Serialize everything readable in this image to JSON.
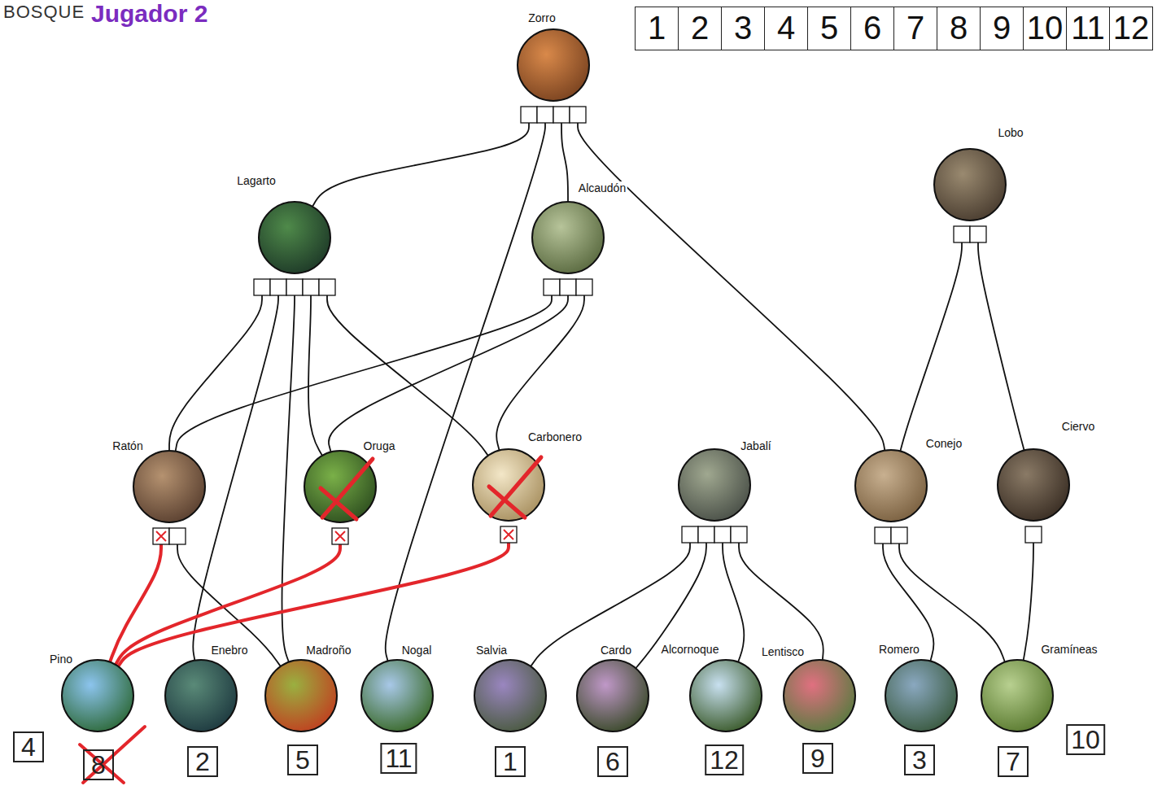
{
  "diagram": {
    "title": "BOSQUE",
    "nodes": [
      {
        "text": [
          "Zorro"
        ]
      },
      {
        "text": [
          "Lobo"
        ]
      },
      {
        "text": [
          "Lagarto"
        ]
      },
      {
        "text": [
          "Alcaudón"
        ]
      },
      {
        "text": [
          "Ratón"
        ]
      },
      {
        "text": [
          "Oruga"
        ]
      },
      {
        "text": [
          "Carbonero"
        ]
      },
      {
        "text": [
          "Jabalí"
        ]
      },
      {
        "text": [
          "Conejo"
        ]
      },
      {
        "text": [
          "Ciervo"
        ]
      },
      {
        "text": [
          "Pino"
        ]
      },
      {
        "text": [
          "Enebro"
        ]
      },
      {
        "text": [
          "Madroño"
        ]
      },
      {
        "text": [
          "Nogal"
        ]
      },
      {
        "text": [
          "Salvia"
        ]
      },
      {
        "text": [
          "Cardo"
        ]
      },
      {
        "text": [
          "Alcornoque"
        ]
      },
      {
        "text": [
          "Lentisco"
        ]
      },
      {
        "text": [
          "Romero"
        ]
      },
      {
        "text": [
          "Gramíneas"
        ]
      }
    ],
    "edges": [
      {
        "from": 0,
        "to": 2,
        "arrow": "none"
      },
      {
        "from": 0,
        "to": 13,
        "arrow": "none"
      },
      {
        "from": 0,
        "to": 3,
        "arrow": "none"
      },
      {
        "from": 0,
        "to": 8,
        "arrow": "none"
      },
      {
        "from": 2,
        "to": 4,
        "arrow": "none"
      },
      {
        "from": 2,
        "to": 11,
        "arrow": "none"
      },
      {
        "from": 2,
        "to": 12,
        "arrow": "none"
      },
      {
        "from": 2,
        "to": 5,
        "arrow": "none"
      },
      {
        "from": 2,
        "to": 6,
        "arrow": "none"
      },
      {
        "from": 3,
        "to": 4,
        "arrow": "none"
      },
      {
        "from": 3,
        "to": 5,
        "arrow": "none"
      },
      {
        "from": 3,
        "to": 6,
        "arrow": "none"
      },
      {
        "from": 1,
        "to": 8,
        "arrow": "none"
      },
      {
        "from": 1,
        "to": 9,
        "arrow": "none"
      },
      {
        "from": 4,
        "to": 10,
        "arrow": "none"
      },
      {
        "from": 4,
        "to": 12,
        "arrow": "none"
      },
      {
        "from": 5,
        "to": 10,
        "arrow": "none"
      },
      {
        "from": 6,
        "to": 10,
        "arrow": "none"
      },
      {
        "from": 7,
        "to": 14,
        "arrow": "none"
      },
      {
        "from": 7,
        "to": 15,
        "arrow": "none"
      },
      {
        "from": 7,
        "to": 16,
        "arrow": "none"
      },
      {
        "from": 7,
        "to": 17,
        "arrow": "none"
      },
      {
        "from": 8,
        "to": 18,
        "arrow": "none"
      },
      {
        "from": 8,
        "to": 19,
        "arrow": "none"
      },
      {
        "from": 9,
        "to": 19,
        "arrow": "none"
      }
    ],
    "labels": [
      "Jugador 2",
      "1",
      "2",
      "3",
      "4",
      "5",
      "6",
      "7",
      "8",
      "9",
      "10",
      "11",
      "12",
      "4",
      "8",
      "2",
      "5",
      "11",
      "1",
      "6",
      "12",
      "9",
      "3",
      "7",
      "10"
    ]
  }
}
